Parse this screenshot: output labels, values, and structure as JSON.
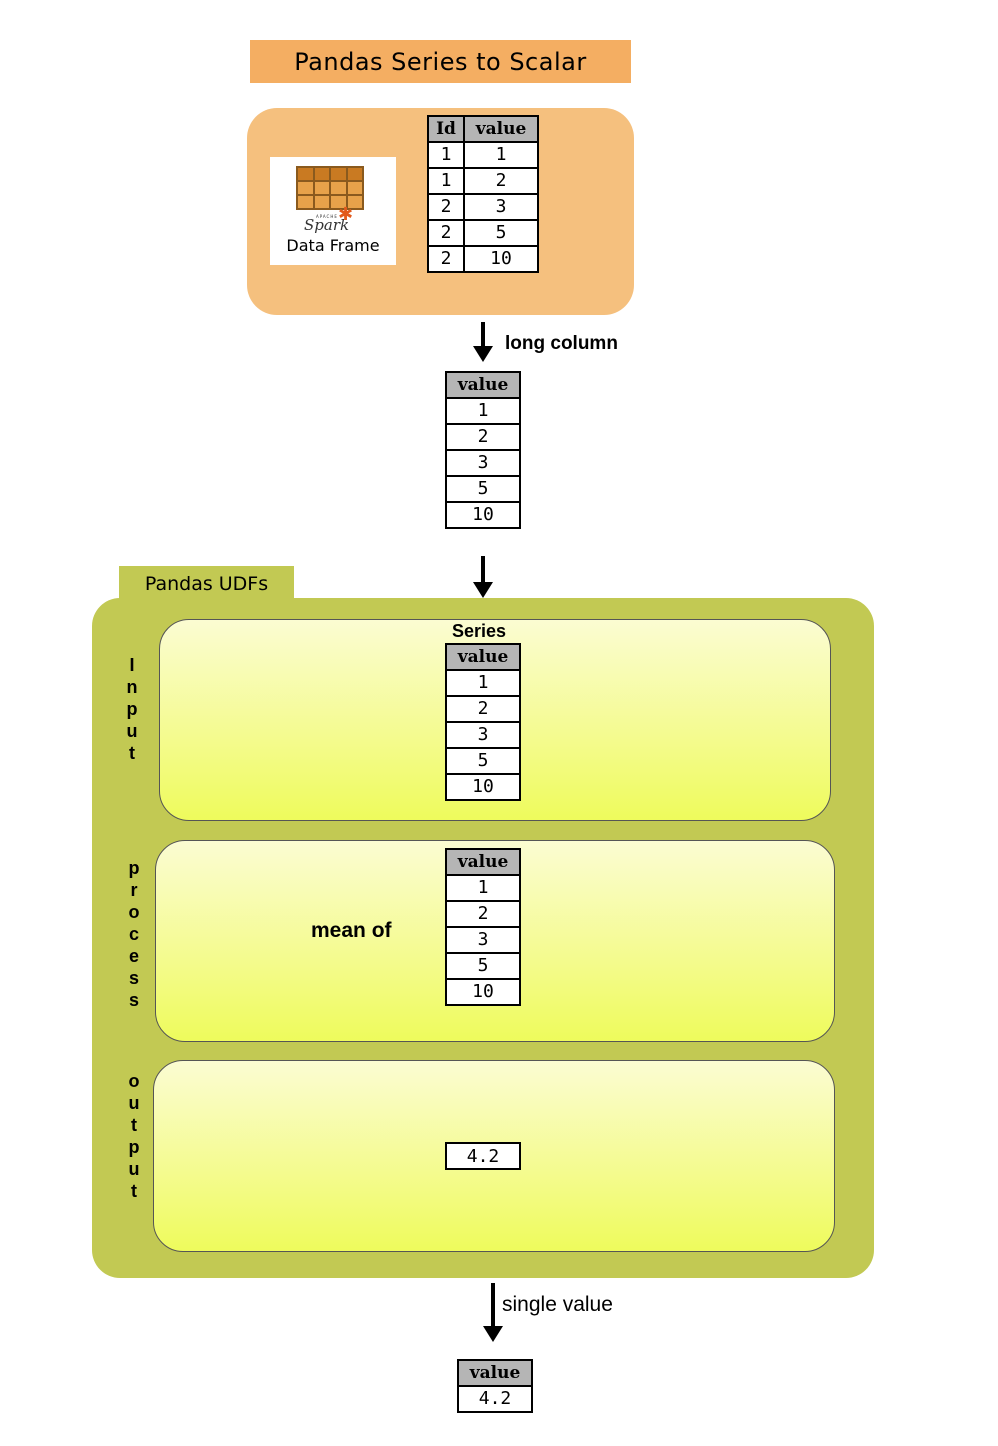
{
  "title": "Pandas Series to Scalar",
  "spark_card": {
    "apache_text": "APACHE",
    "logo_text": "Spark",
    "caption": "Data Frame"
  },
  "input_table": {
    "headers": [
      "Id",
      "value"
    ],
    "rows": [
      [
        "1",
        "1"
      ],
      [
        "1",
        "2"
      ],
      [
        "2",
        "3"
      ],
      [
        "2",
        "5"
      ],
      [
        "2",
        "10"
      ]
    ]
  },
  "arrow1_label": "long column",
  "long_column": {
    "header": "value",
    "values": [
      "1",
      "2",
      "3",
      "5",
      "10"
    ]
  },
  "udf": {
    "tab_label": "Pandas UDFs",
    "input": {
      "side_label": "Input",
      "series_label": "Series",
      "header": "value",
      "values": [
        "1",
        "2",
        "3",
        "5",
        "10"
      ]
    },
    "process": {
      "side_label": "process",
      "text": "mean of",
      "header": "value",
      "values": [
        "1",
        "2",
        "3",
        "5",
        "10"
      ]
    },
    "output": {
      "side_label": "output",
      "value": "4.2"
    }
  },
  "arrow3_label": "single value",
  "result_table": {
    "header": "value",
    "value": "4.2"
  }
}
